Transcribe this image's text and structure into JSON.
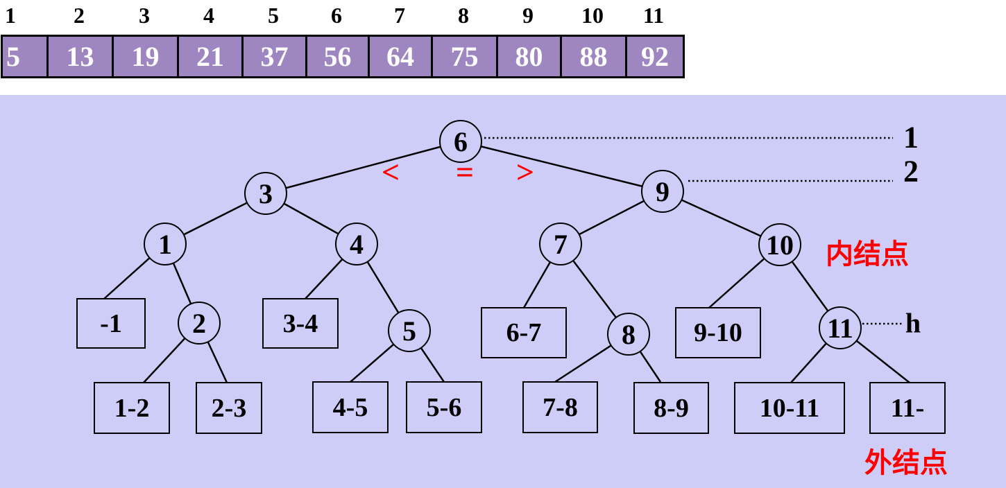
{
  "colors": {
    "array_cell_fill": "#9e87c0",
    "panel_background": "#cdcdf8",
    "accent_red": "#ff0000",
    "line_black": "#000000",
    "array_value_text": "#ffffff"
  },
  "array": {
    "indices": [
      "1",
      "2",
      "3",
      "4",
      "5",
      "6",
      "7",
      "8",
      "9",
      "10",
      "11"
    ],
    "values": [
      "5",
      "13",
      "19",
      "21",
      "37",
      "56",
      "64",
      "75",
      "80",
      "88",
      "92"
    ]
  },
  "tree": {
    "internal_nodes": [
      "6",
      "3",
      "9",
      "1",
      "4",
      "7",
      "10",
      "2",
      "5",
      "8",
      "11"
    ],
    "external_nodes": [
      "-1",
      "3-4",
      "6-7",
      "9-10",
      "1-2",
      "2-3",
      "4-5",
      "5-6",
      "7-8",
      "8-9",
      "10-11",
      "11-"
    ]
  },
  "annotations": {
    "comparison_less": "<",
    "comparison_equal": "=",
    "comparison_greater": ">",
    "level_label_1": "1",
    "level_label_2": "2",
    "height_label": "h",
    "internal_node_label": "内结点",
    "external_node_label": "外结点"
  }
}
